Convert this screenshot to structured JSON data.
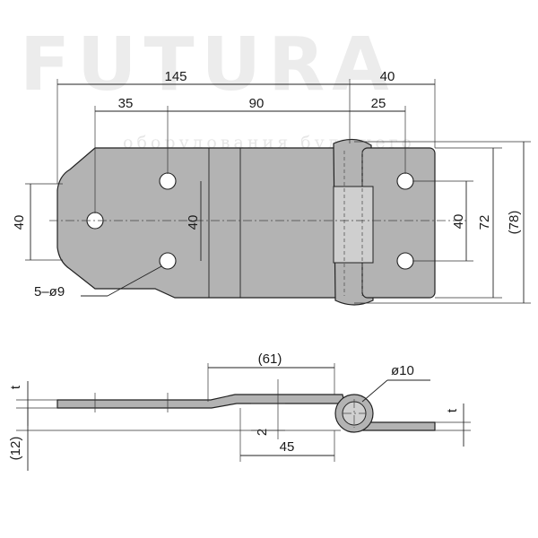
{
  "watermark": {
    "brand": "FUTURA",
    "tagline": "оборудования будущего"
  },
  "colors": {
    "part_fill": "#b3b3b3",
    "outline": "#222222",
    "watermark": "#ececec"
  },
  "top_view": {
    "dim_145": "145",
    "dim_40_top": "40",
    "dim_35": "35",
    "dim_90": "90",
    "dim_25": "25",
    "dim_40_left": "40",
    "dim_40_holes": "40",
    "dim_40_right": "40",
    "dim_72": "72",
    "dim_78": "(78)",
    "holes_note": "5–ø9"
  },
  "side_view": {
    "dim_61": "(61)",
    "dim_dia10": "ø10",
    "dim_t_left": "t",
    "dim_t_right": "t",
    "dim_2": "2",
    "dim_45": "45",
    "dim_12": "(12)"
  }
}
